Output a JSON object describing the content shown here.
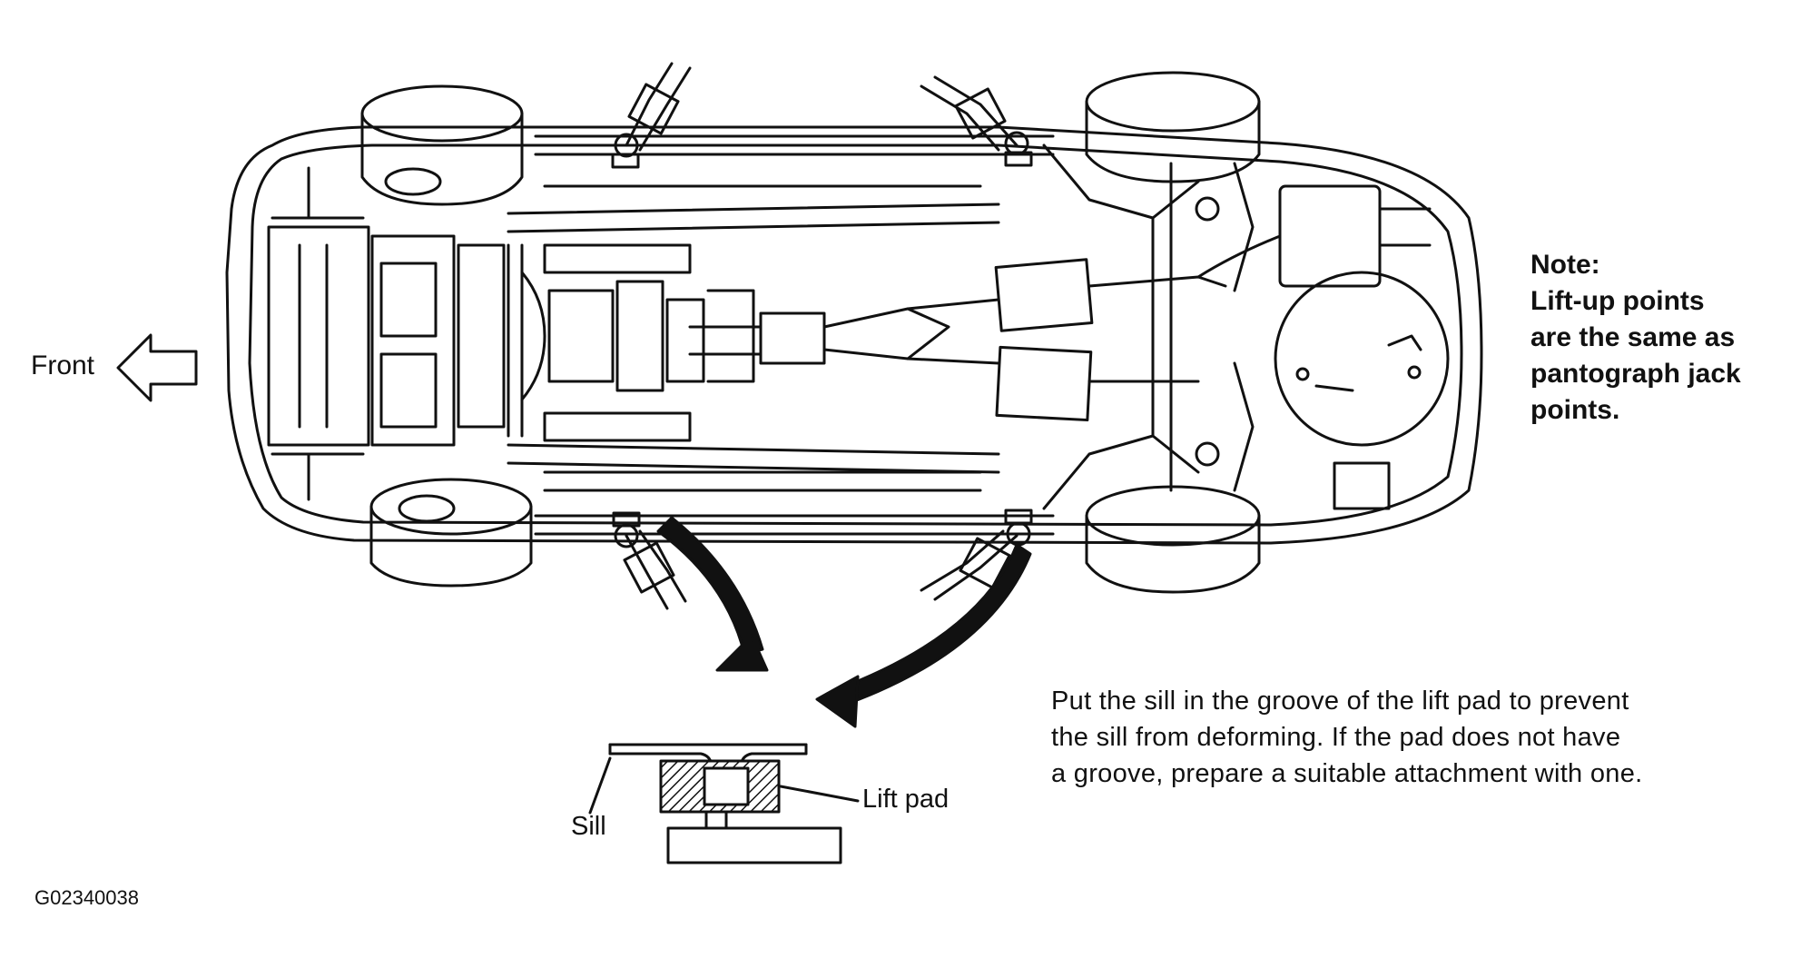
{
  "labels": {
    "front": "Front",
    "sill": "Sill",
    "lift_pad": "Lift pad",
    "figure_code": "G02340038"
  },
  "note": {
    "lines": [
      "Note:",
      "Lift-up points",
      "are the same as",
      "pantograph jack",
      "points."
    ]
  },
  "instruction": {
    "lines": [
      "Put the sill in the groove of the lift pad to prevent",
      "the sill from deforming. If the pad does not have",
      "a groove, prepare a suitable attachment with one."
    ]
  }
}
